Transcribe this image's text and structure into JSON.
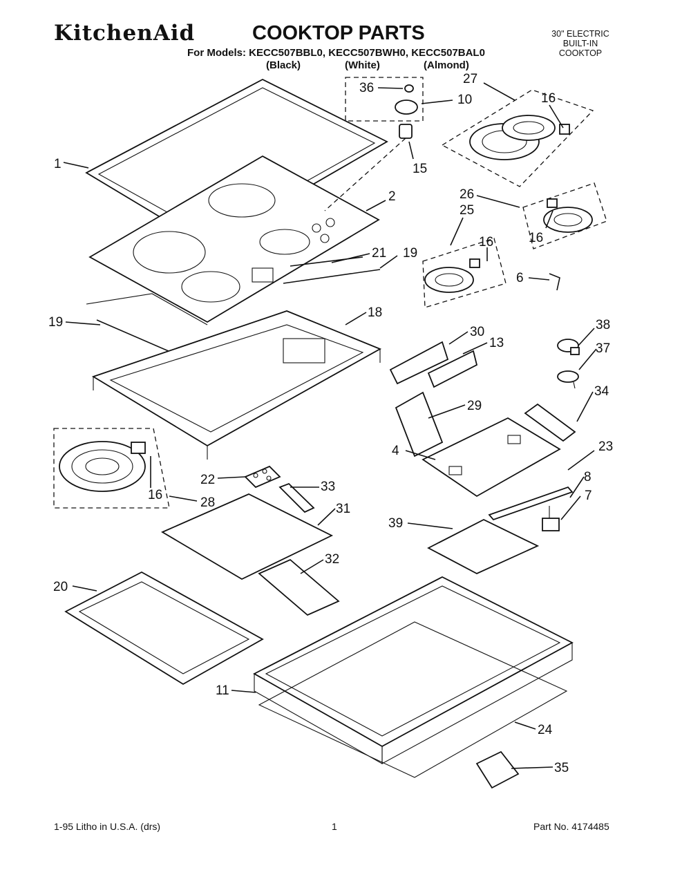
{
  "header": {
    "brand": "KitchenAid",
    "title": "COOKTOP PARTS",
    "models_line": "For Models: KECC507BBL0, KECC507BWH0, KECC507BAL0",
    "variants": [
      "(Black)",
      "(White)",
      "(Almond)"
    ],
    "product_lines": [
      "30\" ELECTRIC",
      "BUILT-IN",
      "COOKTOP"
    ]
  },
  "callouts": [
    "36",
    "10",
    "27",
    "16",
    "15",
    "1",
    "2",
    "26",
    "25",
    "16",
    "16",
    "21",
    "19",
    "6",
    "19",
    "18",
    "38",
    "30",
    "13",
    "37",
    "34",
    "29",
    "4",
    "23",
    "8",
    "7",
    "22",
    "33",
    "16",
    "28",
    "31",
    "39",
    "32",
    "20",
    "11",
    "24",
    "35"
  ],
  "footer": {
    "left": "1-95 Litho in U.S.A. (drs)",
    "center": "1",
    "right": "Part No. 4174485"
  }
}
